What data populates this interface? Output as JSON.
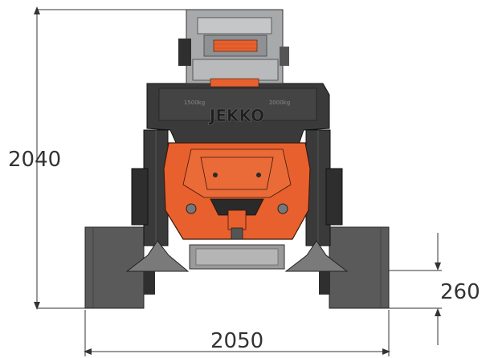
{
  "dimensions": {
    "height": "2040",
    "width": "2050",
    "track_height": "260"
  },
  "branding": {
    "logo": "JEKKO",
    "plate_left": "1500kg",
    "plate_right": "2000kg"
  },
  "colors": {
    "machine_orange": "#e8602e",
    "machine_dark": "#3a3a3a",
    "track_gray": "#5a5a5a",
    "engine_gray": "#a7a9ab",
    "dimension_line": "#333333"
  }
}
